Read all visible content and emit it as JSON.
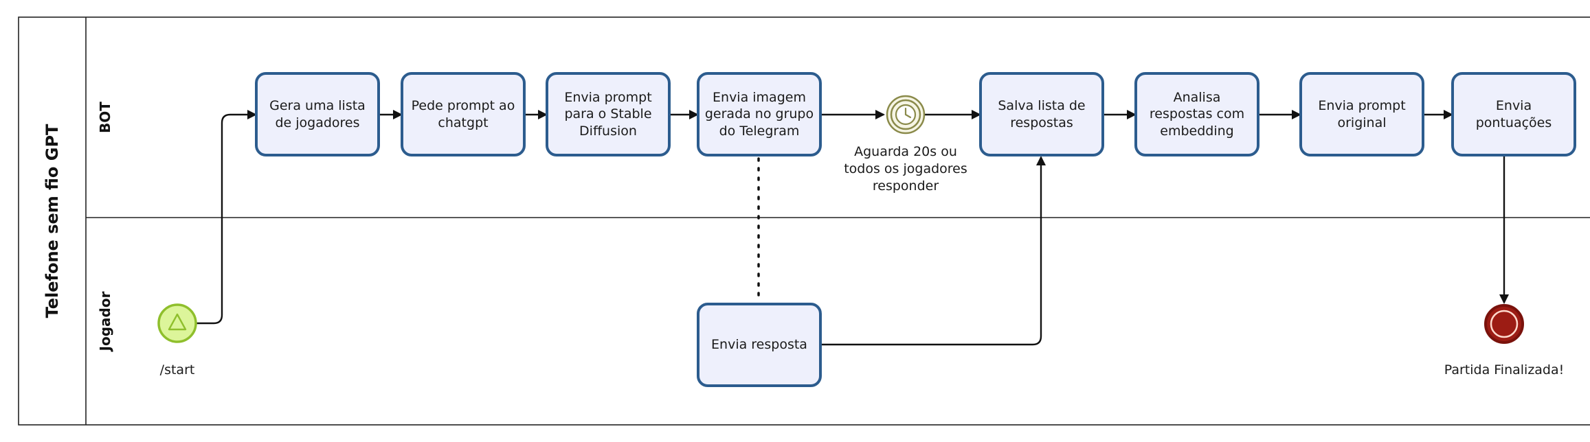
{
  "pool": {
    "title": "Telefone sem fio GPT"
  },
  "lanes": {
    "bot": "BOT",
    "jogador": "Jogador"
  },
  "tasks": {
    "gera_lista": [
      "Gera uma lista",
      "de jogadores"
    ],
    "pede_prompt": [
      "Pede prompt ao",
      "chatgpt"
    ],
    "envia_prompt_sd": [
      "Envia prompt",
      "para o Stable",
      "Diffusion"
    ],
    "envia_imagem": [
      "Envia imagem",
      "gerada no grupo",
      "do Telegram"
    ],
    "salva_lista": [
      "Salva lista de",
      "respostas"
    ],
    "analisa": [
      "Analisa",
      "respostas com",
      "embedding"
    ],
    "envia_prompt_original": [
      "Envia prompt",
      "original"
    ],
    "envia_pontuacoes": [
      "Envia",
      "pontuações"
    ],
    "envia_resposta": [
      "Envia resposta"
    ]
  },
  "events": {
    "start": "/start",
    "timer": [
      "Aguarda 20s ou",
      "todos os jogadores",
      "responder"
    ],
    "end": "Partida Finalizada!"
  },
  "colors": {
    "task_fill": "#eef0fc",
    "task_stroke": "#2c5c8e",
    "start_fill": "#dcf59a",
    "start_stroke": "#8fbf2c",
    "timer_stroke": "#8a8a4a",
    "end_fill": "#9c1c14",
    "end_stroke": "#7a120c"
  }
}
